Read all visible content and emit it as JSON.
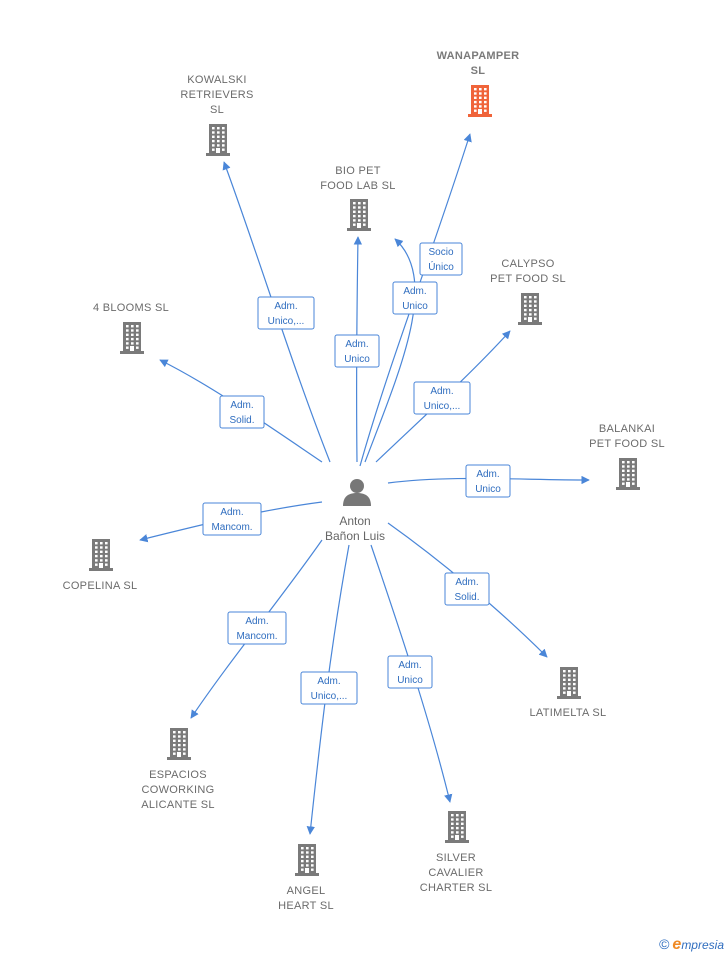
{
  "person": {
    "name_line1": "Anton",
    "name_line2": "Bañon Luis"
  },
  "colors": {
    "edge": "#4a86d8",
    "building": "#7a7a7a",
    "highlight": "#f0643a"
  },
  "nodes": [
    {
      "id": "wanapamper",
      "lines": [
        "WANAPAMPER",
        "SL"
      ],
      "highlight": true
    },
    {
      "id": "kowalski",
      "lines": [
        "KOWALSKI",
        "RETRIEVERS",
        "SL"
      ]
    },
    {
      "id": "biopet",
      "lines": [
        "BIO PET",
        "FOOD LAB  SL"
      ]
    },
    {
      "id": "calypso",
      "lines": [
        "CALYPSO",
        "PET FOOD  SL"
      ]
    },
    {
      "id": "blooms",
      "lines": [
        "4 BLOOMS SL"
      ]
    },
    {
      "id": "balankai",
      "lines": [
        "BALANKAI",
        "PET FOOD  SL"
      ]
    },
    {
      "id": "copelina",
      "lines": [
        "COPELINA  SL"
      ]
    },
    {
      "id": "latimelta",
      "lines": [
        "LATIMELTA  SL"
      ]
    },
    {
      "id": "espacios",
      "lines": [
        "ESPACIOS",
        "COWORKING",
        "ALICANTE  SL"
      ]
    },
    {
      "id": "angel",
      "lines": [
        "ANGEL",
        "HEART SL"
      ]
    },
    {
      "id": "silver",
      "lines": [
        "SILVER",
        "CAVALIER",
        "CHARTER  SL"
      ]
    }
  ],
  "edges": [
    {
      "to": "wanapamper",
      "label": [
        "Socio",
        "Único"
      ]
    },
    {
      "to": "kowalski",
      "label": [
        "Adm.",
        "Unico,..."
      ]
    },
    {
      "to": "biopet",
      "label": [
        "Adm.",
        "Unico"
      ]
    },
    {
      "to": "biopet",
      "label": [
        "Adm.",
        "Unico"
      ]
    },
    {
      "to": "calypso",
      "label": [
        "Adm.",
        "Unico,..."
      ]
    },
    {
      "to": "blooms",
      "label": [
        "Adm.",
        "Solid."
      ]
    },
    {
      "to": "balankai",
      "label": [
        "Adm.",
        "Unico"
      ]
    },
    {
      "to": "copelina",
      "label": [
        "Adm.",
        "Mancom."
      ]
    },
    {
      "to": "latimelta",
      "label": [
        "Adm.",
        "Solid."
      ]
    },
    {
      "to": "espacios",
      "label": [
        "Adm.",
        "Mancom."
      ]
    },
    {
      "to": "angel",
      "label": [
        "Adm.",
        "Unico,..."
      ]
    },
    {
      "to": "silver",
      "label": [
        "Adm.",
        "Unico"
      ]
    }
  ],
  "footer": {
    "copyright": "©",
    "brand_e": "e",
    "brand_rest": "mpresia"
  }
}
